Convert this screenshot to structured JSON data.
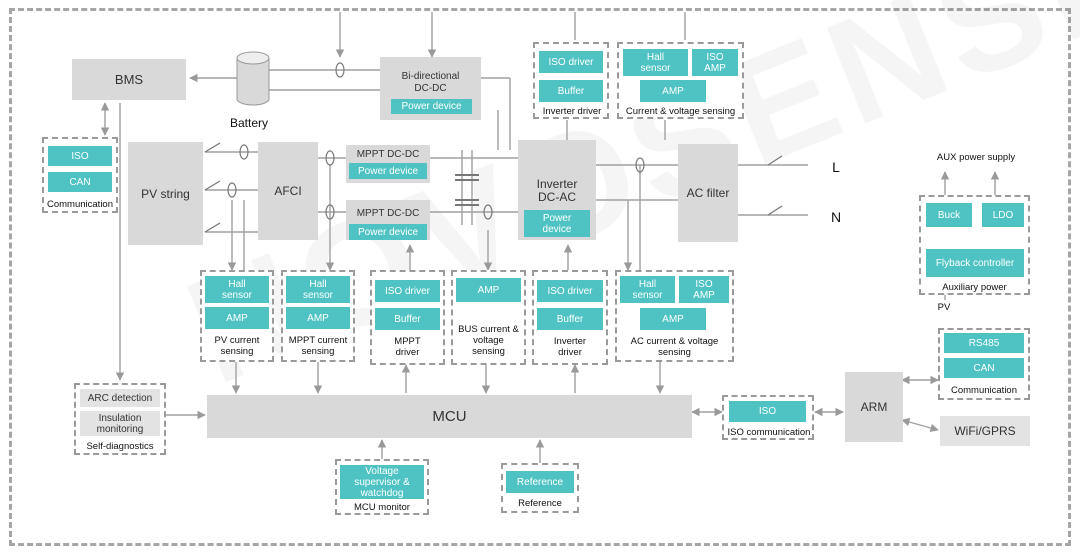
{
  "watermark": "NOVOSENSE",
  "top": {
    "bms": "BMS",
    "battery": "Battery",
    "bidc_title": "Bi-directional\nDC-DC",
    "bidc_device": "Power device",
    "inv_driver_iso": "ISO driver",
    "inv_driver_buffer": "Buffer",
    "inv_driver_label": "Inverter driver",
    "cv_hall": "Hall\nsensor",
    "cv_iso_amp": "ISO\nAMP",
    "cv_amp": "AMP",
    "cv_label": "Current & voltage sensing"
  },
  "comm_left": {
    "iso": "ISO",
    "can": "CAN",
    "label": "Communication"
  },
  "power_path": {
    "pv_string": "PV string",
    "afci": "AFCI",
    "mppt1_title": "MPPT DC-DC",
    "mppt1_device": "Power device",
    "mppt2_title": "MPPT DC-DC",
    "mppt2_device": "Power device",
    "inverter_title": "Inverter\nDC-AC",
    "inverter_device": "Power\ndevice",
    "ac_filter": "AC filter",
    "L": "L",
    "N": "N"
  },
  "aux": {
    "title": "AUX power supply",
    "buck": "Buck",
    "ldo": "LDO",
    "flyback": "Flyback controller",
    "label": "Auxiliary power",
    "pv": "PV"
  },
  "sensing": {
    "pv_hall": "Hall\nsensor",
    "pv_amp": "AMP",
    "pv_label": "PV current\nsensing",
    "mppt_hall": "Hall\nsensor",
    "mppt_amp": "AMP",
    "mppt_label": "MPPT current\nsensing",
    "mdrv_iso": "ISO driver",
    "mdrv_buffer": "Buffer",
    "mdrv_label": "MPPT\ndriver",
    "bus_amp": "AMP",
    "bus_label": "BUS current &\nvoltage\nsensing",
    "idrv_iso": "ISO driver",
    "idrv_buffer": "Buffer",
    "idrv_label": "Inverter\ndriver",
    "ac_hall": "Hall\nsensor",
    "ac_iso_amp": "ISO\nAMP",
    "ac_amp": "AMP",
    "ac_label": "AC current & voltage\nsensing"
  },
  "right": {
    "rs485": "RS485",
    "can": "CAN",
    "comm_label": "Communication",
    "arm": "ARM",
    "wifi": "WiFi/GPRS",
    "iso": "ISO",
    "iso_label": "ISO communication"
  },
  "bottom": {
    "arc": "ARC detection",
    "insulation": "Insulation\nmonitoring",
    "diag_label": "Self-diagnostics",
    "mcu": "MCU",
    "vsup": "Voltage\nsupervisor &\nwatchdog",
    "mcu_monitor": "MCU monitor",
    "reference": "Reference",
    "reference_label": "Reference"
  },
  "colors": {
    "accent": "#4fc3c3",
    "block": "#d9d9d9",
    "line": "#a0a0a0",
    "border": "#9a9a9a"
  }
}
